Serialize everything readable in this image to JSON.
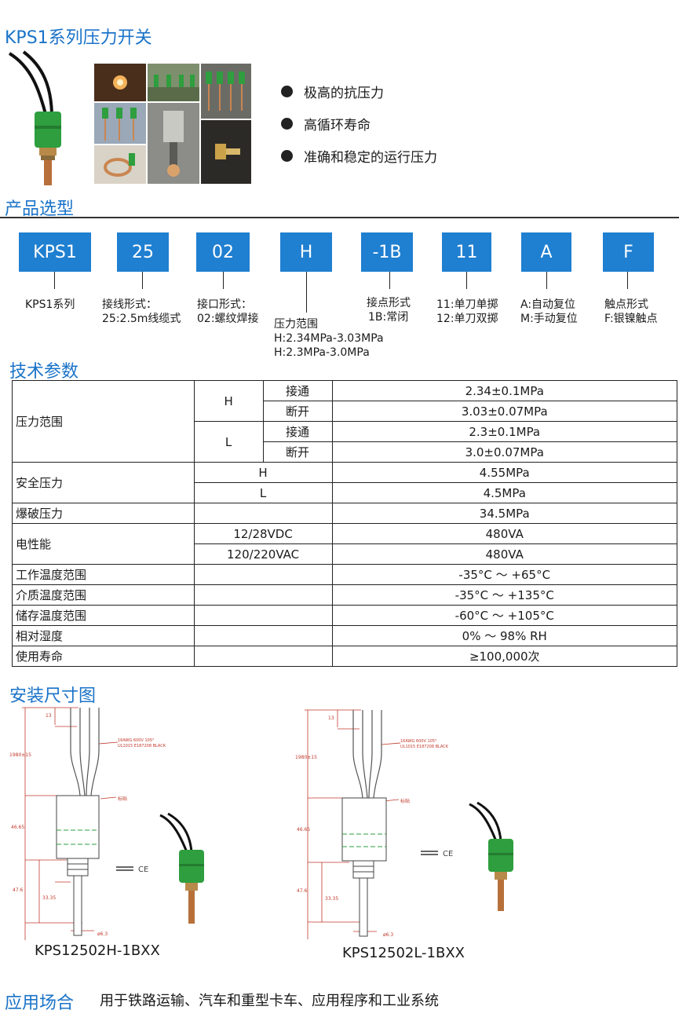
{
  "header": {
    "title": "KPS1系列压力开关",
    "features": [
      "极高的抗压力",
      "高循环寿命",
      "准确和稳定的运行压力"
    ]
  },
  "selection": {
    "title": "产品选型",
    "codes": [
      {
        "code": "KPS1",
        "desc": [
          "KPS1系列"
        ]
      },
      {
        "code": "25",
        "desc": [
          "接线形式：",
          "25:2.5m线缆式"
        ]
      },
      {
        "code": "02",
        "desc": [
          "接口形式：",
          "02:螺纹焊接"
        ]
      },
      {
        "code": "H",
        "desc": [
          "压力范围",
          "H:2.34MPa-3.03MPa",
          "H:2.3MPa-3.0MPa"
        ]
      },
      {
        "code": "-1B",
        "desc": [
          "接点形式",
          "1B:常闭"
        ]
      },
      {
        "code": "11",
        "desc": [
          "11:单刀单掷",
          "12:单刀双掷"
        ]
      },
      {
        "code": "A",
        "desc": [
          "A:自动复位",
          "M:手动复位"
        ]
      },
      {
        "code": "F",
        "desc": [
          "触点形式",
          "F:银镍触点"
        ]
      }
    ]
  },
  "specs": {
    "title": "技术参数",
    "pressure_range": {
      "label": "压力范围",
      "h": "H",
      "l": "L",
      "on": "接通",
      "off": "断开",
      "h_on": "2.34±0.1MPa",
      "h_off": "3.03±0.07MPa",
      "l_on": "2.3±0.1MPa",
      "l_off": "3.0±0.07MPa"
    },
    "safety": {
      "label": "安全压力",
      "h": "H",
      "l": "L",
      "h_val": "4.55MPa",
      "l_val": "4.5MPa"
    },
    "burst": {
      "label": "爆破压力",
      "val": "34.5MPa"
    },
    "electrical": {
      "label": "电性能",
      "dc": "12/28VDC",
      "dc_val": "480VA",
      "ac": "120/220VAC",
      "ac_val": "480VA"
    },
    "rows": [
      {
        "label": "工作温度范围",
        "val": "-35°C ～ +65°C"
      },
      {
        "label": "介质温度范围",
        "val": "-35°C ～ +135°C"
      },
      {
        "label": "储存温度范围",
        "val": "-60°C ～ +105°C"
      },
      {
        "label": "相对湿度",
        "val": "0% ～ 98% RH"
      },
      {
        "label": "使用寿命",
        "val": "≥100,000次"
      }
    ]
  },
  "install": {
    "title": "安装尺寸图",
    "diagrams": [
      {
        "caption": "KPS12502H-1BXX",
        "dims": {
          "top": "13",
          "length": "1980±15",
          "body": "46.65",
          "port": "47.6",
          "fit": "33.35",
          "dia": "ø6.3"
        },
        "wire_note": [
          "16AWG  600V 105°",
          "UL1015  E187208 BLACK"
        ],
        "label_note": "标贴",
        "ce": "CE"
      },
      {
        "caption": "KPS12502L-1BXX",
        "dims": {
          "top": "13",
          "length": "1980±15",
          "body": "46.65",
          "port": "47.6",
          "fit": "33.35",
          "dia": "ø6.3"
        },
        "wire_note": [
          "16AWG  600V 105°",
          "UL1015  E187208 BLACK"
        ],
        "label_note": "标贴",
        "ce": "CE"
      }
    ]
  },
  "application": {
    "title": "应用场合",
    "text": "用于铁路运输、汽车和重型卡车、应用程序和工业系统"
  },
  "colors": {
    "accent": "#1a73c8",
    "box": "#1f7fd1",
    "sensor_green": "#2e9e3e",
    "copper": "#b8703a"
  }
}
